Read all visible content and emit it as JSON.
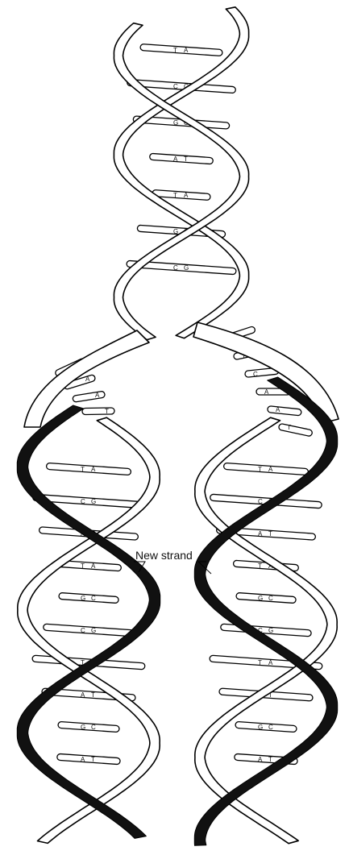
{
  "diagram": {
    "callout": {
      "label": "New strand"
    },
    "colors": {
      "parental_strand": "#ffffff",
      "new_strand": "#111111",
      "outline": "#000000"
    },
    "parent_helix": {
      "pairs": [
        "T-A",
        "C-G",
        "G-C",
        "A-T",
        "T-A",
        "G-C",
        "C-G"
      ]
    },
    "fork": {
      "left_bases": [
        "C",
        "A",
        "A",
        "T"
      ],
      "right_bases": [
        "G",
        "T",
        "C",
        "A",
        "A",
        "T"
      ]
    },
    "left_daughter": {
      "pairs": [
        "T-A",
        "C-G",
        "A-T",
        "T-A",
        "G-C",
        "C-G",
        "T-A",
        "A-T",
        "G-C",
        "A-T"
      ]
    },
    "right_daughter": {
      "pairs": [
        "T-A",
        "C-G",
        "A-T",
        "T-A",
        "G-C",
        "C-G",
        "T-A",
        "A-T",
        "G-C",
        "A-T"
      ]
    }
  }
}
